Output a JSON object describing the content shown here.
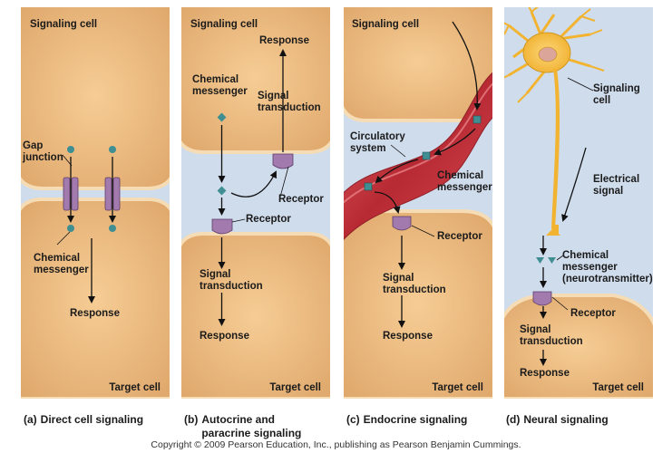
{
  "panels": {
    "a": {
      "signaling_cell": "Signaling cell",
      "gap_junction": "Gap\njunction",
      "chemical_messenger": "Chemical\nmessenger",
      "response": "Response",
      "target_cell": "Target cell",
      "caption_tag": "(a)",
      "caption": "Direct cell signaling"
    },
    "b": {
      "signaling_cell": "Signaling cell",
      "response": "Response",
      "chemical_messenger": "Chemical\nmessenger",
      "signal_transduction_top": "Signal\ntransduction",
      "receptor_top": "Receptor",
      "receptor_bottom": "Receptor",
      "signal_transduction_bottom": "Signal\ntransduction",
      "response_bottom": "Response",
      "target_cell": "Target cell",
      "caption_tag": "(b)",
      "caption": "Autocrine and\nparacrine signaling"
    },
    "c": {
      "signaling_cell": "Signaling cell",
      "circulatory_system": "Circulatory\nsystem",
      "chemical_messenger": "Chemical\nmessenger",
      "receptor": "Receptor",
      "signal_transduction": "Signal\ntransduction",
      "response": "Response",
      "target_cell": "Target cell",
      "caption_tag": "(c)",
      "caption": "Endocrine signaling"
    },
    "d": {
      "signaling_cell": "Signaling\ncell",
      "electrical_signal": "Electrical\nsignal",
      "chemical_messenger": "Chemical\nmessenger\n(neurotransmitter)",
      "receptor": "Receptor",
      "signal_transduction": "Signal\ntransduction",
      "response": "Response",
      "target_cell": "Target cell",
      "caption_tag": "(d)",
      "caption": "Neural signaling"
    }
  },
  "copyright": "Copyright © 2009 Pearson Education, Inc., publishing as Pearson Benjamin Cummings.",
  "colors": {
    "background": "#cfdcec",
    "cell": "#eab77e",
    "membrane": "#f6dcb4",
    "receptor": "#a27aae",
    "messenger": "#3f8f92",
    "vessel": "#c1363e",
    "neuron": "#f2b430"
  }
}
